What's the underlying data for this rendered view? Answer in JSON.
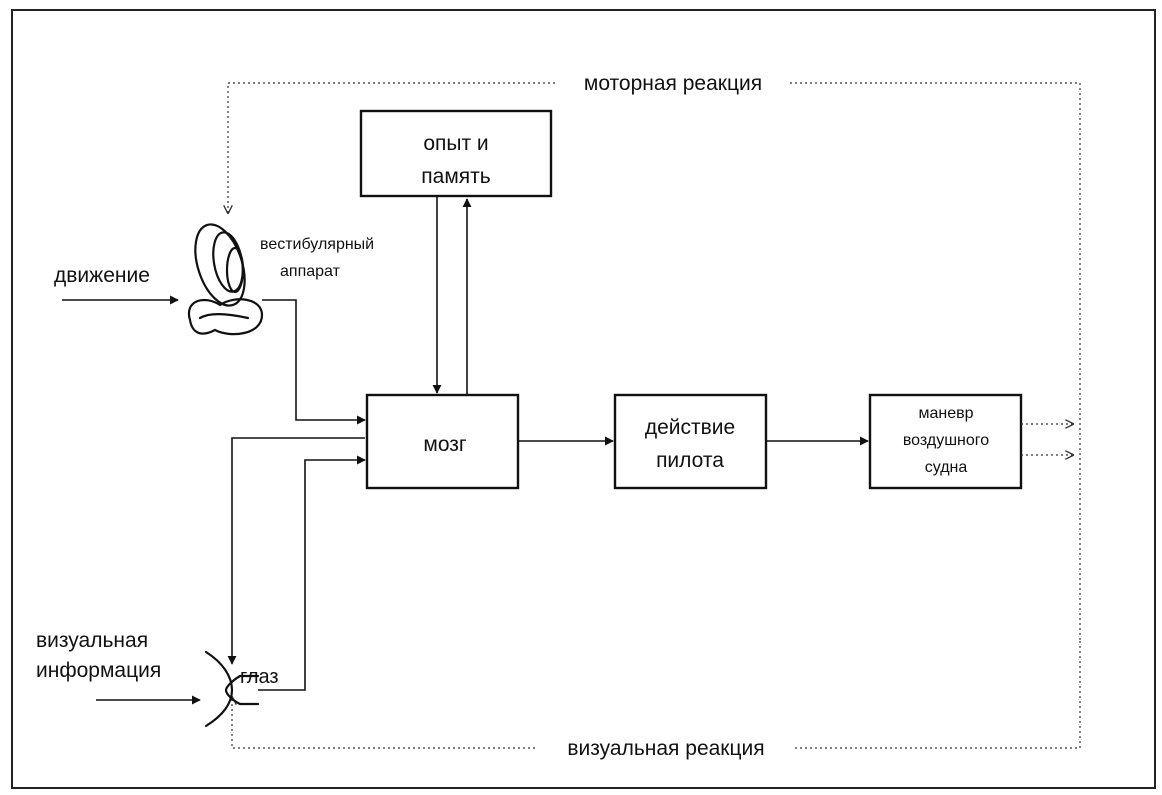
{
  "diagram": {
    "feedback_top": "моторная реакция",
    "feedback_bottom": "визуальная реакция",
    "inputs": {
      "motion": "движение",
      "visual_line1": "визуальная",
      "visual_line2": "информация"
    },
    "organs": {
      "vestibular_line1": "вестибулярный",
      "vestibular_line2": "аппарат",
      "eye": "глаз"
    },
    "blocks": {
      "memory_line1": "опыт и",
      "memory_line2": "память",
      "brain": "мозг",
      "pilot_action_line1": "действие",
      "pilot_action_line2": "пилота",
      "maneuver_line1": "маневр",
      "maneuver_line2": "воздушного",
      "maneuver_line3": "судна"
    }
  }
}
